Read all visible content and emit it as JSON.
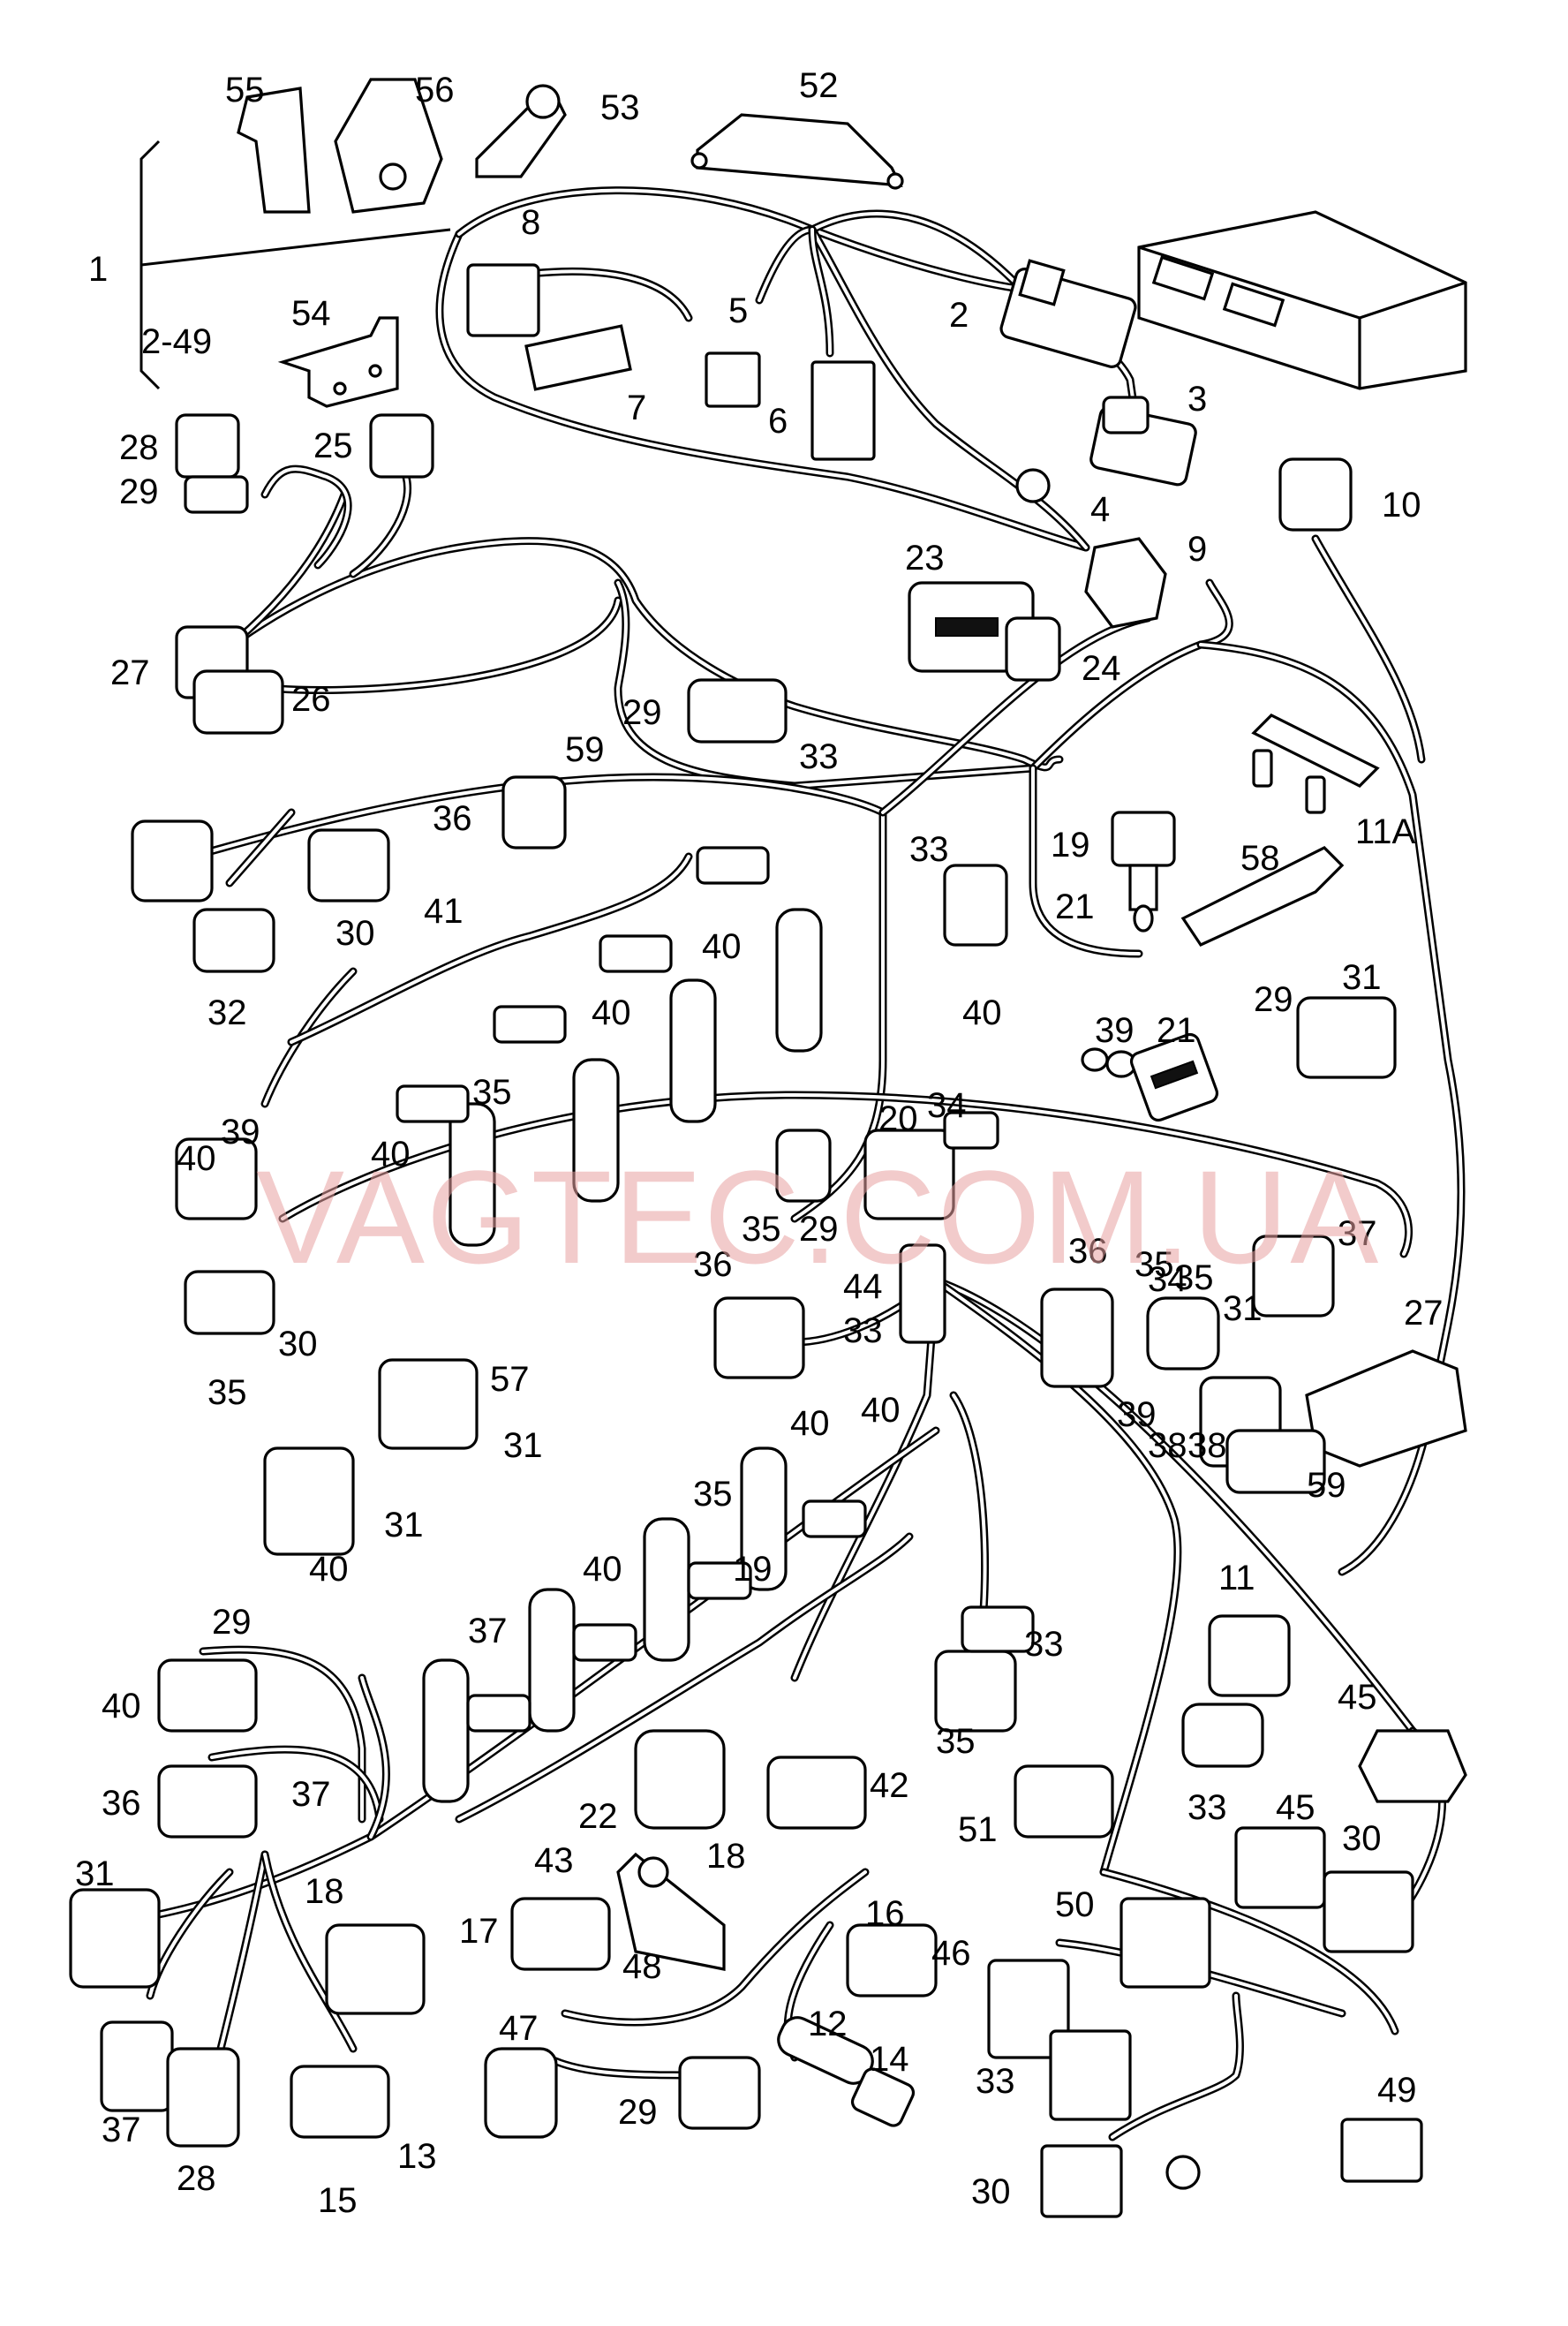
{
  "watermark": "VAGTEC.COM.UA",
  "group_callout": {
    "main": "1",
    "range": "2-49"
  },
  "callouts": [
    "55",
    "56",
    "53",
    "52",
    "8",
    "5",
    "2",
    "7",
    "6",
    "3",
    "4",
    "9",
    "54",
    "28",
    "29",
    "25",
    "10",
    "23",
    "24",
    "27",
    "26",
    "29",
    "33",
    "59",
    "36",
    "19",
    "11A",
    "21",
    "58",
    "41",
    "33",
    "30",
    "40",
    "32",
    "40",
    "40",
    "29",
    "31",
    "39",
    "21",
    "20",
    "34",
    "35",
    "40",
    "40",
    "39",
    "35",
    "29",
    "36",
    "33",
    "44",
    "35",
    "34",
    "37",
    "35",
    "30",
    "36",
    "35",
    "31",
    "57",
    "38",
    "27",
    "31",
    "39",
    "31",
    "38",
    "40",
    "59",
    "40",
    "40",
    "35",
    "40",
    "29",
    "37",
    "33",
    "40",
    "35",
    "19",
    "37",
    "11",
    "36",
    "45",
    "22",
    "42",
    "33",
    "43",
    "31",
    "51",
    "18",
    "18",
    "45",
    "30",
    "17",
    "16",
    "50",
    "46",
    "48",
    "47",
    "12",
    "14",
    "49",
    "33",
    "37",
    "29",
    "28",
    "13",
    "15",
    "30"
  ]
}
